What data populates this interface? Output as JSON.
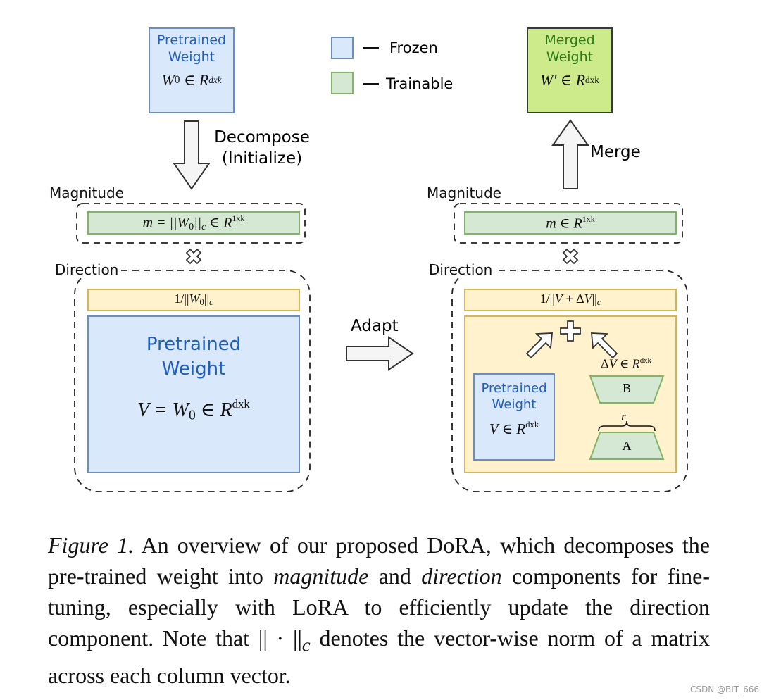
{
  "legend": {
    "frozen": "Frozen",
    "trainable": "Trainable"
  },
  "left": {
    "pretrained_title_1": "Pretrained",
    "pretrained_title_2": "Weight",
    "decompose_1": "Decompose",
    "decompose_2": "(Initialize)",
    "magnitude_label": "Magnitude",
    "direction_label": "Direction",
    "big_title_1": "Pretrained",
    "big_title_2": "Weight"
  },
  "adapt_label": "Adapt",
  "right": {
    "merged_title_1": "Merged",
    "merged_title_2": "Weight",
    "merge_label": "Merge",
    "magnitude_label": "Magnitude",
    "direction_label": "Direction",
    "inner_title_1": "Pretrained",
    "inner_title_2": "Weight",
    "b_label": "B",
    "a_label": "A",
    "r_label": "r"
  },
  "caption": {
    "figure_label": "Figure 1.",
    "part1": " An overview of our proposed DoRA, which decomposes the pre-trained weight into ",
    "magnitude_word": "magnitude",
    "part2": " and ",
    "direction_word": "direction",
    "part3": " components for fine-tuning, especially with LoRA to efficiently update the direction component. Note that ",
    "norm_symbol": "|| · ||",
    "norm_sub": "c",
    "part4": " denotes the vector-wise norm of a matrix across each column vector."
  },
  "watermark": "CSDN @BIT_666",
  "colors": {
    "frozen_fill": "#dae8fc",
    "trainable_fill": "#d5e8d4",
    "norm_fill": "#fff2cc",
    "merged_fill": "#cdeb8b"
  }
}
